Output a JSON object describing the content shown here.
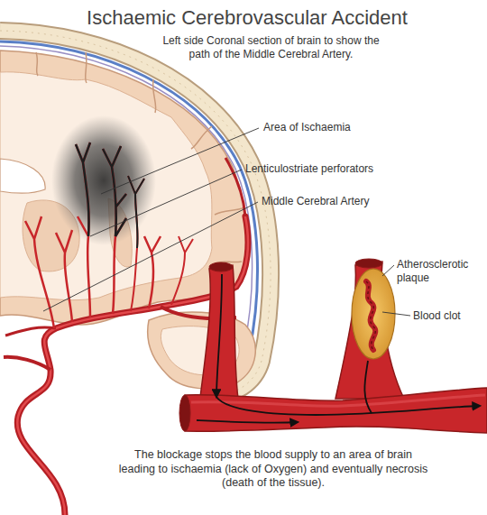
{
  "diagram": {
    "title": "Ischaemic Cerebrovascular Accident",
    "caption": "The blockage stops the blood supply to an area of brain leading to ischaemia (lack of Oxygen) and eventually necrosis (death of the tissue).",
    "labels": [
      "Left side Coronal section of brain to show the path of the Middle Cerebral Artery.",
      "Area of Ischaemia",
      "Lenticulostriate perforators",
      "Middle Cerebral Artery",
      "Atherosclerotic plaque",
      "Blood clot"
    ]
  }
}
